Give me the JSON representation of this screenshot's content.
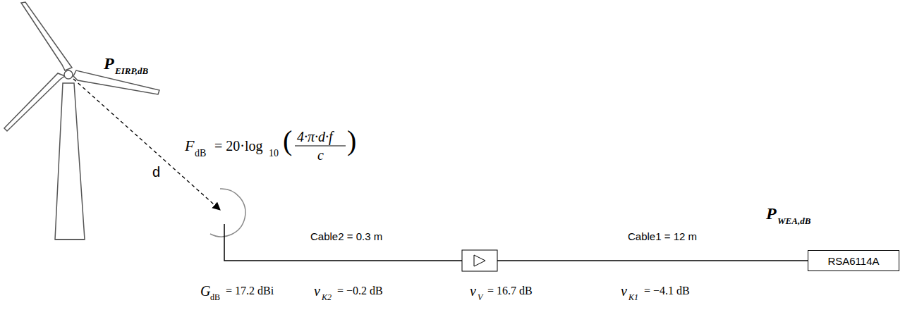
{
  "diagram": {
    "nodes": [
      {
        "text": [
          "RSA6114A"
        ]
      }
    ],
    "labels": [
      "P",
      "EIRP,dB",
      "F",
      "dB",
      "= 20·log",
      "10",
      "(",
      "4·π·d·f",
      "c",
      ")",
      "d",
      "Cable2 = 0.3 m",
      "Cable1 = 12 m",
      "P",
      "WEA,dB",
      "G",
      "dB",
      "= 17.2 dBi",
      "v",
      "K2",
      "= −0.2 dB",
      "v",
      "V",
      "= 16.7 dB",
      "v",
      "K1",
      "= −4.1 dB"
    ]
  }
}
